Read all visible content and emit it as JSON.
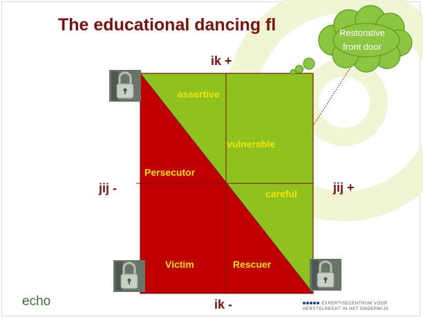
{
  "slide": {
    "title": "The educational dancing fl",
    "axis": {
      "top": "ik +",
      "bottom": "ik -",
      "left": "jij -",
      "right": "jij +"
    },
    "zones": {
      "assertive": "assertive",
      "vulnerable": "vulnerable",
      "persecutor": "Persecutor",
      "careful": "careful",
      "victim": "Victim",
      "rescuer": "Rescuer"
    },
    "cloud": {
      "line1": "Restorative",
      "line2": "front door"
    },
    "logo": {
      "left": "echo",
      "right_line1": "EXPERTISECENTRUM VOOR",
      "right_line2": "HERSTELRECHT IN HET ONDERWIJS"
    },
    "colors": {
      "green": "#8dc21f",
      "red": "#c00000",
      "title": "#7a1010",
      "label": "#f2e400",
      "cloud": "#8cc640"
    },
    "icons": [
      "padlock-icon",
      "padlock-icon",
      "padlock-icon"
    ]
  }
}
